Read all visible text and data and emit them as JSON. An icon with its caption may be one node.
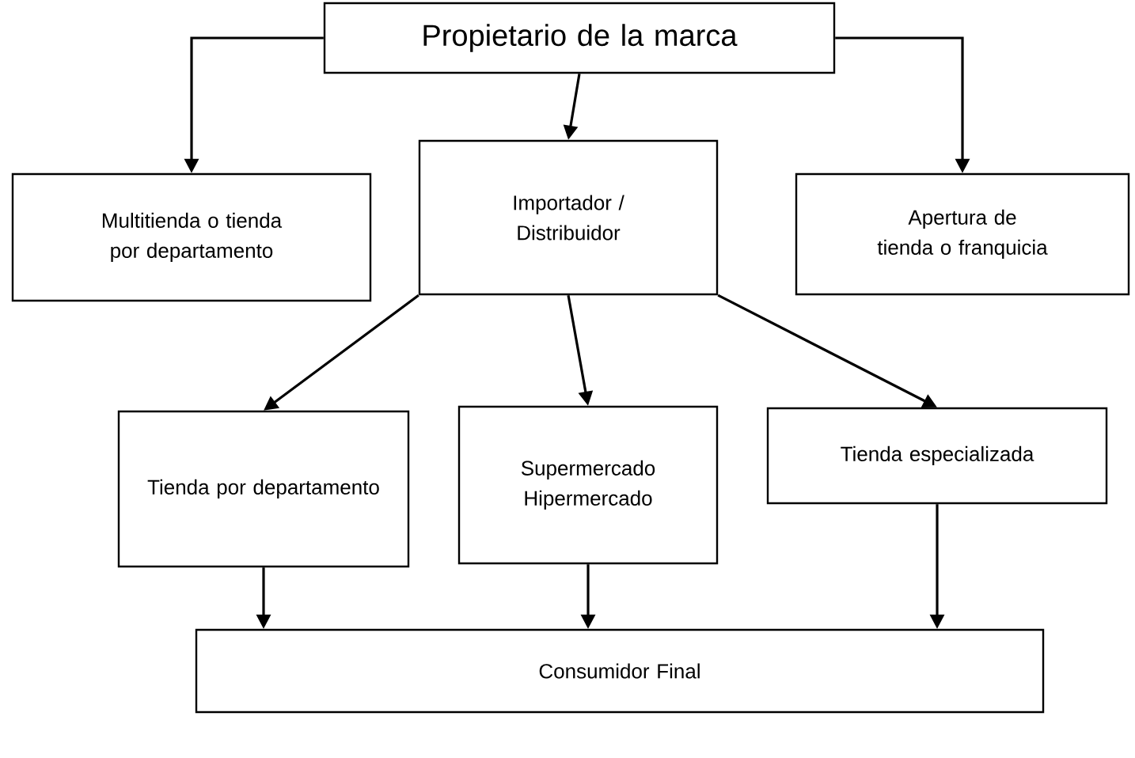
{
  "diagram": {
    "nodes": [
      {
        "text": [
          "Propietario de la marca"
        ]
      },
      {
        "text": [
          "Multitienda o tienda por departamento"
        ]
      },
      {
        "text": [
          "Importador / Distribuidor"
        ]
      },
      {
        "text": [
          "Apertura de tienda o franquicia"
        ]
      },
      {
        "text": [
          "Tienda por departamento"
        ]
      },
      {
        "text": [
          "Supermercado Hipermercado"
        ]
      },
      {
        "text": [
          "Tienda especializada"
        ]
      },
      {
        "text": [
          "Consumidor Final"
        ]
      }
    ],
    "edges": [
      {
        "from": 0,
        "to": 1,
        "arrow": "to"
      },
      {
        "from": 0,
        "to": 2,
        "arrow": "to"
      },
      {
        "from": 0,
        "to": 3,
        "arrow": "to"
      },
      {
        "from": 2,
        "to": 4,
        "arrow": "to"
      },
      {
        "from": 2,
        "to": 5,
        "arrow": "to"
      },
      {
        "from": 2,
        "to": 6,
        "arrow": "to"
      },
      {
        "from": 4,
        "to": 7,
        "arrow": "to"
      },
      {
        "from": 5,
        "to": 7,
        "arrow": "to"
      },
      {
        "from": 6,
        "to": 7,
        "arrow": "to"
      }
    ]
  }
}
